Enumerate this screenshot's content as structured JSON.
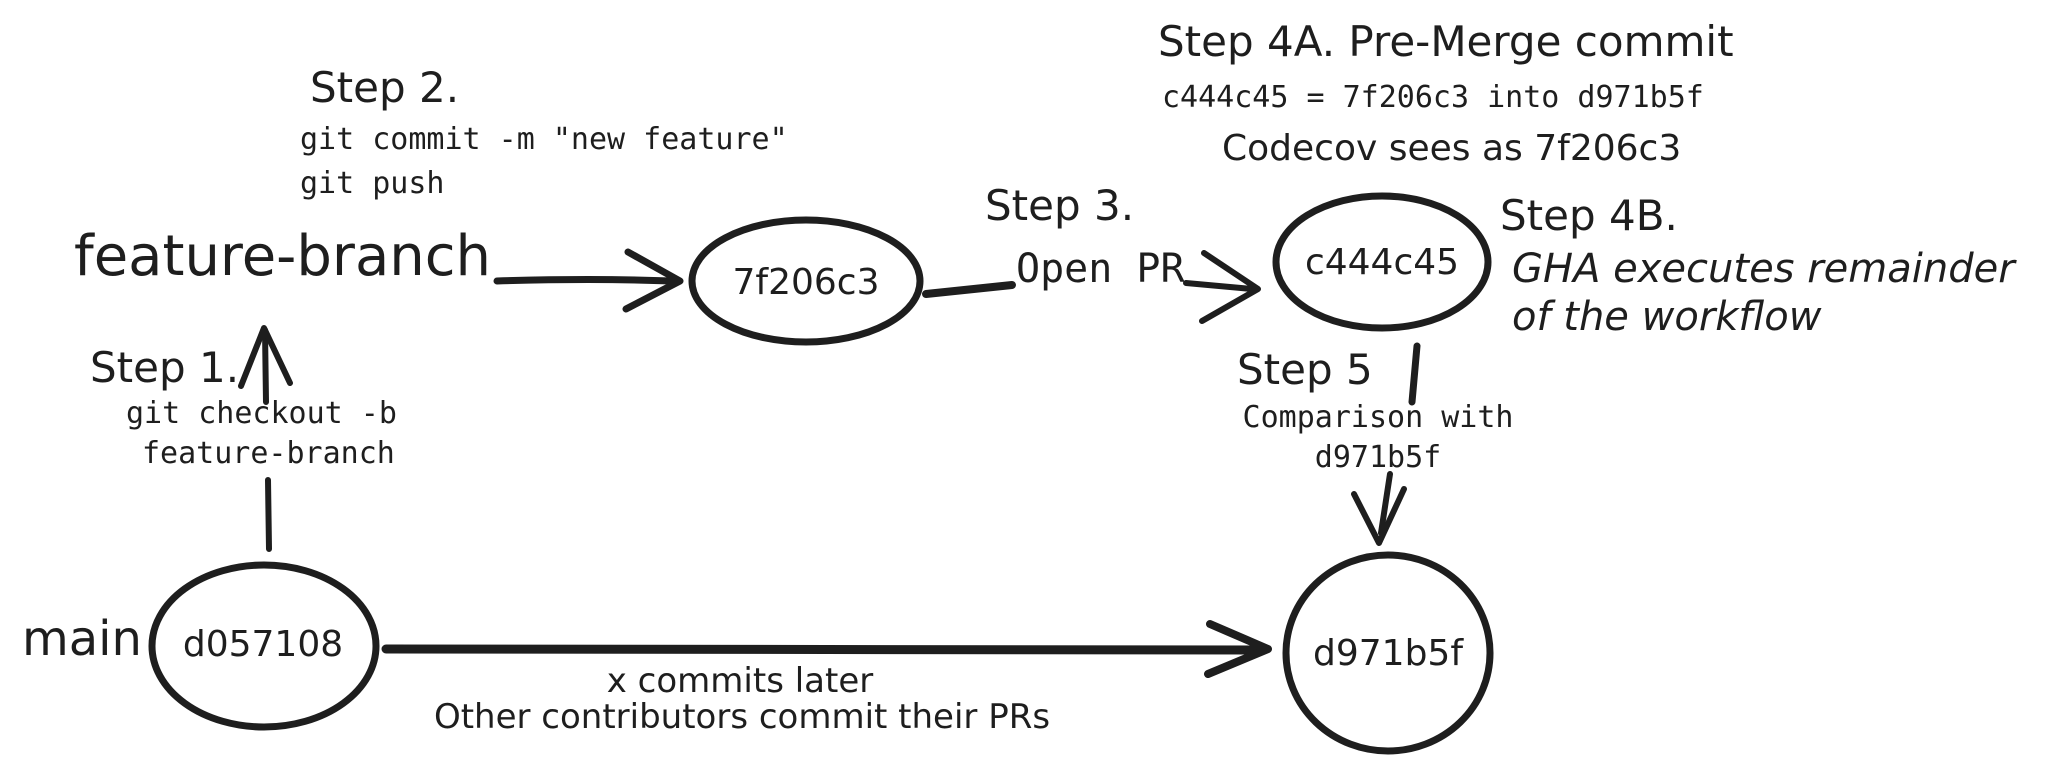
{
  "colors": {
    "stroke": "#1e1e1e",
    "background": "#ffffff",
    "node_blue": "#a5d8ff",
    "node_green": "#b2f2bb",
    "node_pink": "#ffc9c9",
    "node_yellow": "#fbe58b"
  },
  "labels": {
    "feature_branch": "feature-branch",
    "main": "main"
  },
  "nodes": {
    "n7f206c3": {
      "label": "7f206c3",
      "fill": "#a5d8ff"
    },
    "nc444c45": {
      "label": "c444c45",
      "fill": "#b2f2bb"
    },
    "nd057108": {
      "label": "d057108",
      "fill": "#ffc9c9"
    },
    "nd971b5f": {
      "label": "d971b5f",
      "fill": "#fbe58b"
    }
  },
  "steps": {
    "step1": {
      "title": "Step 1.",
      "line1": "git checkout -b",
      "line2": "feature-branch"
    },
    "step2": {
      "title": "Step 2.",
      "line1": "git commit -m \"new feature\"",
      "line2": "git push"
    },
    "step3": {
      "title": "Step 3.",
      "line1": "Open PR"
    },
    "step4a": {
      "title": "Step 4A. Pre-Merge commit",
      "line1": "c444c45 = 7f206c3 into d971b5f",
      "line2": "Codecov sees as 7f206c3"
    },
    "step4b": {
      "title": "Step 4B.",
      "line1": "GHA executes remainder",
      "line2": "of the workflow"
    },
    "step5": {
      "title": "Step 5",
      "line1": "Comparison with",
      "line2": "d971b5f"
    }
  },
  "notes": {
    "commits_later": "x commits later",
    "other_contributors": "Other contributors commit their PRs"
  }
}
